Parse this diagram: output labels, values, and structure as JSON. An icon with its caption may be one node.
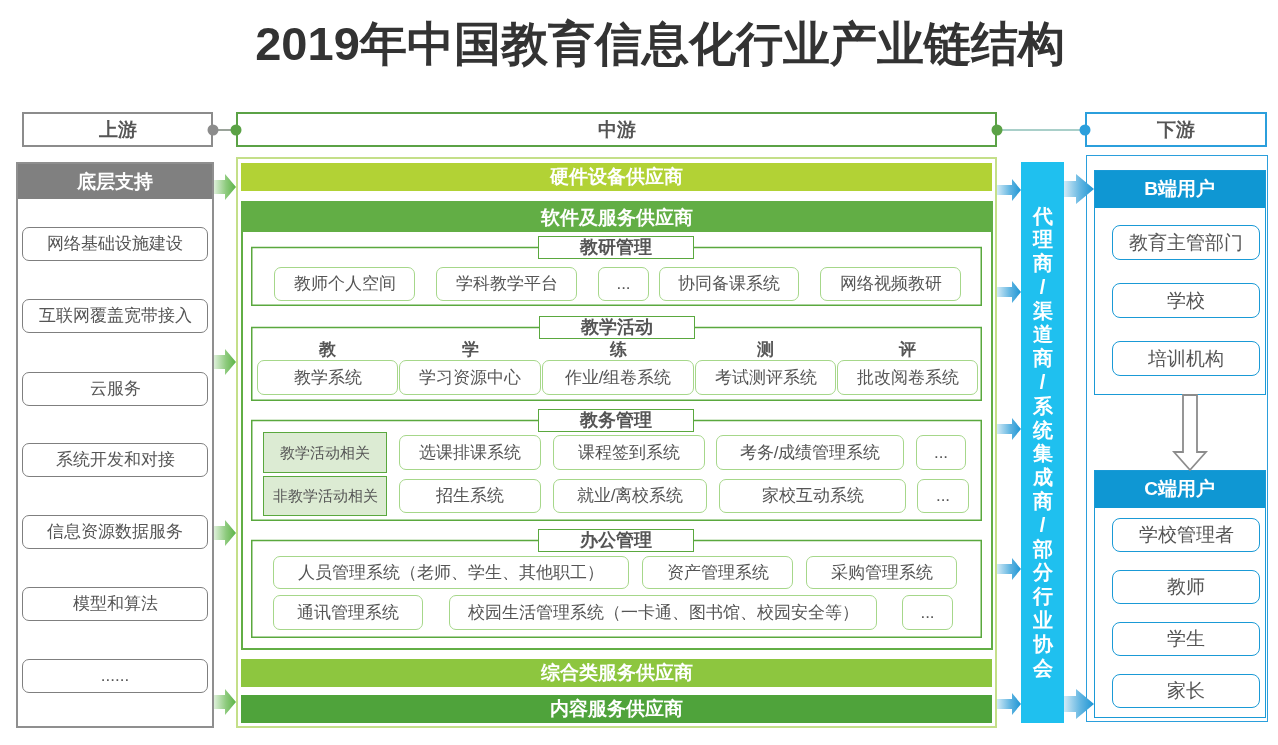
{
  "diagram": {
    "title": "2019年中国教育信息化行业产业链结构",
    "nodes": [
      {
        "text": [
          "上游"
        ]
      },
      {
        "text": [
          "中游"
        ]
      },
      {
        "text": [
          "下游"
        ]
      },
      {
        "text": [
          "底层支持"
        ]
      },
      {
        "text": [
          "网络基础设施建设"
        ],
        "in": 3
      },
      {
        "text": [
          "互联网覆盖宽带接入"
        ],
        "in": 3
      },
      {
        "text": [
          "云服务"
        ],
        "in": 3
      },
      {
        "text": [
          "系统开发和对接"
        ],
        "in": 3
      },
      {
        "text": [
          "信息资源数据服务"
        ],
        "in": 3
      },
      {
        "text": [
          "模型和算法"
        ],
        "in": 3
      },
      {
        "text": [
          "......"
        ],
        "in": 3
      },
      {
        "text": [],
        "shape": "box"
      },
      {
        "text": [
          "硬件设备供应商"
        ],
        "in": 11
      },
      {
        "text": [
          "软件及服务供应商"
        ],
        "in": 11
      },
      {
        "text": [
          "教研管理"
        ],
        "in": 13
      },
      {
        "text": [
          "教师个人空间"
        ],
        "in": 14
      },
      {
        "text": [
          "学科教学平台"
        ],
        "in": 14
      },
      {
        "text": [
          "..."
        ],
        "in": 14
      },
      {
        "text": [
          "协同备课系统"
        ],
        "in": 14
      },
      {
        "text": [
          "网络视频教研"
        ],
        "in": 14
      },
      {
        "text": [
          "教学活动"
        ],
        "in": 13
      },
      {
        "text": [
          "教学系统"
        ],
        "beside": [
          "教"
        ],
        "in": 20
      },
      {
        "text": [
          "学习资源中心"
        ],
        "beside": [
          "学"
        ],
        "in": 20
      },
      {
        "text": [
          "作业/组卷系统"
        ],
        "beside": [
          "练"
        ],
        "in": 20
      },
      {
        "text": [
          "考试测评系统"
        ],
        "beside": [
          "测"
        ],
        "in": 20
      },
      {
        "text": [
          "批改阅卷系统"
        ],
        "beside": [
          "评"
        ],
        "in": 20
      },
      {
        "text": [
          "教务管理"
        ],
        "in": 13
      },
      {
        "text": [
          "教学活动相关"
        ],
        "in": 26
      },
      {
        "text": [
          "选课排课系统"
        ],
        "in": 26
      },
      {
        "text": [
          "课程签到系统"
        ],
        "in": 26
      },
      {
        "text": [
          "考务/成绩管理系统"
        ],
        "in": 26
      },
      {
        "text": [
          "..."
        ],
        "in": 26
      },
      {
        "text": [
          "非教学活动相关"
        ],
        "in": 26
      },
      {
        "text": [
          "招生系统"
        ],
        "in": 26
      },
      {
        "text": [
          "就业/离校系统"
        ],
        "in": 26
      },
      {
        "text": [
          "家校互动系统"
        ],
        "in": 26
      },
      {
        "text": [
          "..."
        ],
        "in": 26
      },
      {
        "text": [
          "办公管理"
        ],
        "in": 13
      },
      {
        "text": [
          "人员管理系统（老师、学生、其他职工）"
        ],
        "in": 37
      },
      {
        "text": [
          "资产管理系统"
        ],
        "in": 37
      },
      {
        "text": [
          "采购管理系统"
        ],
        "in": 37
      },
      {
        "text": [
          "通讯管理系统"
        ],
        "in": 37
      },
      {
        "text": [
          "校园生活管理系统（一卡通、图书馆、校园安全等）"
        ],
        "in": 37
      },
      {
        "text": [
          "..."
        ],
        "in": 37
      },
      {
        "text": [
          "综合类服务供应商"
        ],
        "in": 11
      },
      {
        "text": [
          "内容服务供应商"
        ],
        "in": 11
      },
      {
        "text": [
          "代理商/渠道商/系统集成商/部分行业协会"
        ]
      },
      {
        "text": [],
        "shape": "box"
      },
      {
        "text": [
          "B端用户"
        ],
        "in": 47
      },
      {
        "text": [
          "教育主管部门"
        ],
        "in": 48
      },
      {
        "text": [
          "学校"
        ],
        "in": 48
      },
      {
        "text": [
          "培训机构"
        ],
        "in": 48
      },
      {
        "text": [
          "C端用户"
        ],
        "in": 47
      },
      {
        "text": [
          "学校管理者"
        ],
        "in": 52
      },
      {
        "text": [
          "教师"
        ],
        "in": 52
      },
      {
        "text": [
          "学生"
        ],
        "in": 52
      },
      {
        "text": [
          "家长"
        ],
        "in": 52
      }
    ],
    "edges": [
      {
        "from": 0,
        "to": 1,
        "arrow": "other",
        "color": "#9aa39a"
      },
      {
        "from": 1,
        "to": 2,
        "arrow": "other",
        "color": "#a9cfc9"
      },
      {
        "from": 3,
        "to": 11,
        "arrow": "to",
        "color": "#5cb345"
      },
      {
        "from": 3,
        "to": 11,
        "arrow": "to",
        "color": "#5cb345"
      },
      {
        "from": 3,
        "to": 11,
        "arrow": "to",
        "color": "#5cb345"
      },
      {
        "from": 3,
        "to": 11,
        "arrow": "to",
        "color": "#5cb345"
      },
      {
        "from": 11,
        "to": 46,
        "arrow": "to"
      },
      {
        "from": 11,
        "to": 46,
        "arrow": "to"
      },
      {
        "from": 11,
        "to": 46,
        "arrow": "to"
      },
      {
        "from": 11,
        "to": 46,
        "arrow": "to"
      },
      {
        "from": 11,
        "to": 46,
        "arrow": "to"
      },
      {
        "from": 46,
        "to": 48,
        "arrow": "to"
      },
      {
        "from": 46,
        "to": 52,
        "arrow": "to"
      },
      {
        "from": 48,
        "to": 52,
        "arrow": "to",
        "color": "#8c8c8c"
      }
    ]
  }
}
